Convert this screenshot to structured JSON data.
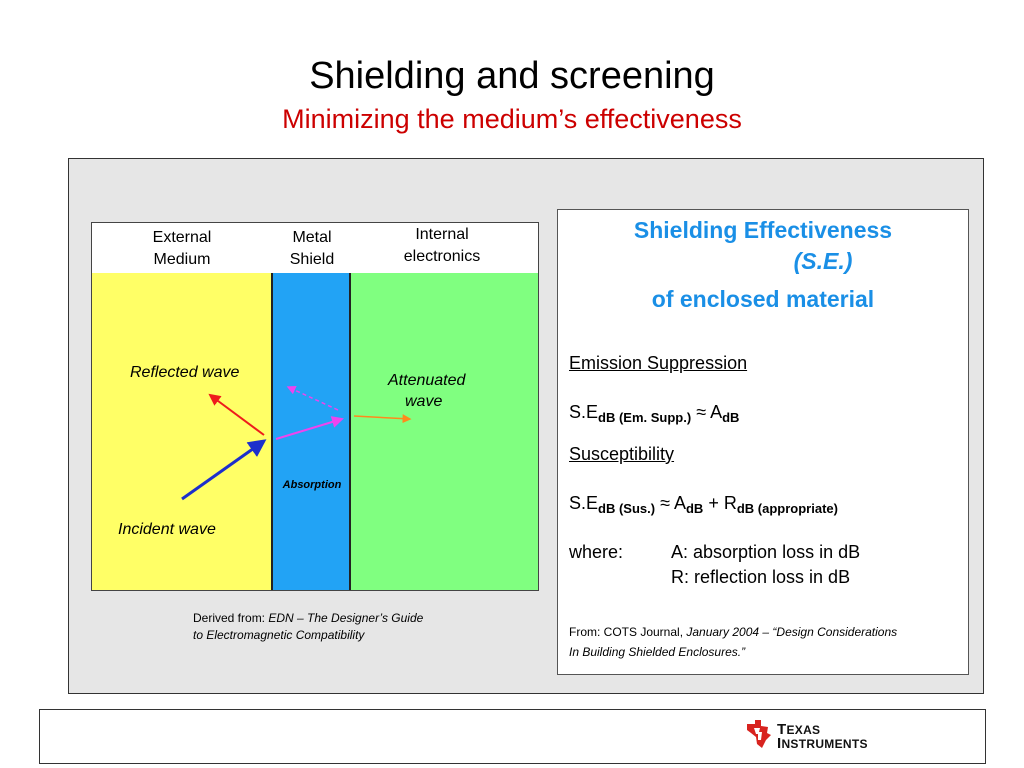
{
  "slide": {
    "title": "Shielding and screening",
    "subtitle": "Minimizing the medium’s effectiveness"
  },
  "diagram": {
    "headers": {
      "external_1": "External",
      "external_2": "Medium",
      "metal_1": "Metal",
      "metal_2": "Shield",
      "internal_1": "Internal",
      "internal_2": "electronics"
    },
    "labels": {
      "reflected": "Reflected wave",
      "attenuated_1": "Attenuated",
      "attenuated_2": "wave",
      "incident": "Incident wave",
      "absorption": "Absorption"
    },
    "colors": {
      "external_zone": "#ffff66",
      "shield_zone": "#22a3f5",
      "internal_zone": "#80ff80",
      "incident_arrow": "#1c2fcc",
      "reflected_arrow": "#ee1c1c",
      "absorption_arrow": "#ee44ee",
      "attenuated_arrow": "#ff8a1c"
    }
  },
  "derived": {
    "prefix": "Derived from: ",
    "source_line1": "EDN – The Designer’s Guide",
    "source_line2": "to Electromagnetic Compatibility"
  },
  "se_panel": {
    "title_line1": "Shielding Effectiveness",
    "title_line2": "(S.E.)",
    "title_line3": "of enclosed material",
    "emission_heading": "Emission Suppression",
    "emission_formula": {
      "lhs": "S.E",
      "lhs_sub": "dB (Em. Supp.)",
      "approx": " ≈ A",
      "a_sub": "dB"
    },
    "susceptibility_heading": "Susceptibility",
    "susceptibility_formula": {
      "lhs": "S.E",
      "lhs_sub": "dB (Sus.)",
      "approx": " ≈ A",
      "a_sub": "dB",
      "plus": " + R",
      "r_sub": "dB (appropriate)"
    },
    "where_label": "where:",
    "where_a": "A: absorption loss in dB",
    "where_r": "R: reflection loss in dB",
    "from_prefix": "From: COTS Journal, ",
    "from_italic_line1": "January 2004 – “Design Considerations",
    "from_italic_line2": "In Building Shielded Enclosures.”"
  },
  "footer": {
    "logo_line1": "Texas",
    "logo_line2": "Instruments",
    "logo_color": "#d8231f"
  }
}
